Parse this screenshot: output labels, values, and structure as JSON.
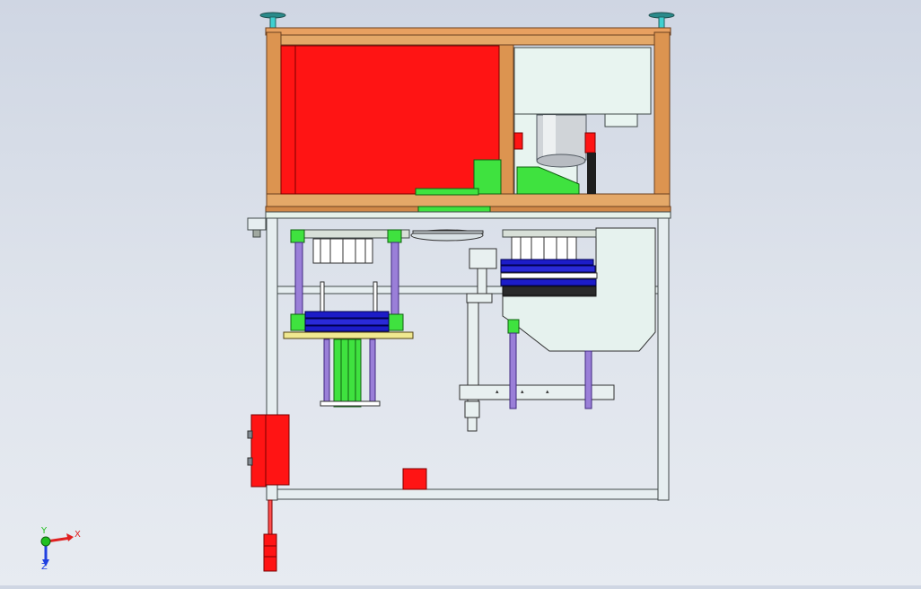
{
  "viewport": {
    "background_top": "#cfd6e3",
    "background_bottom": "#e7ebf1"
  },
  "model": {
    "frame_color": "#d9924e",
    "panel_red": "#ff1414",
    "motor_silver": "#d0d4d8",
    "green_parts": "#3fe23f",
    "blue_discs": "#1c1cc8",
    "purple_rods": "#9a7fd8",
    "hopper_color": "#e6f2ee"
  },
  "triad": {
    "x_label": "X",
    "y_label": "Y",
    "z_label": "Z",
    "x_color": "#e02020",
    "y_color": "#20c020",
    "z_color": "#2040e0"
  }
}
